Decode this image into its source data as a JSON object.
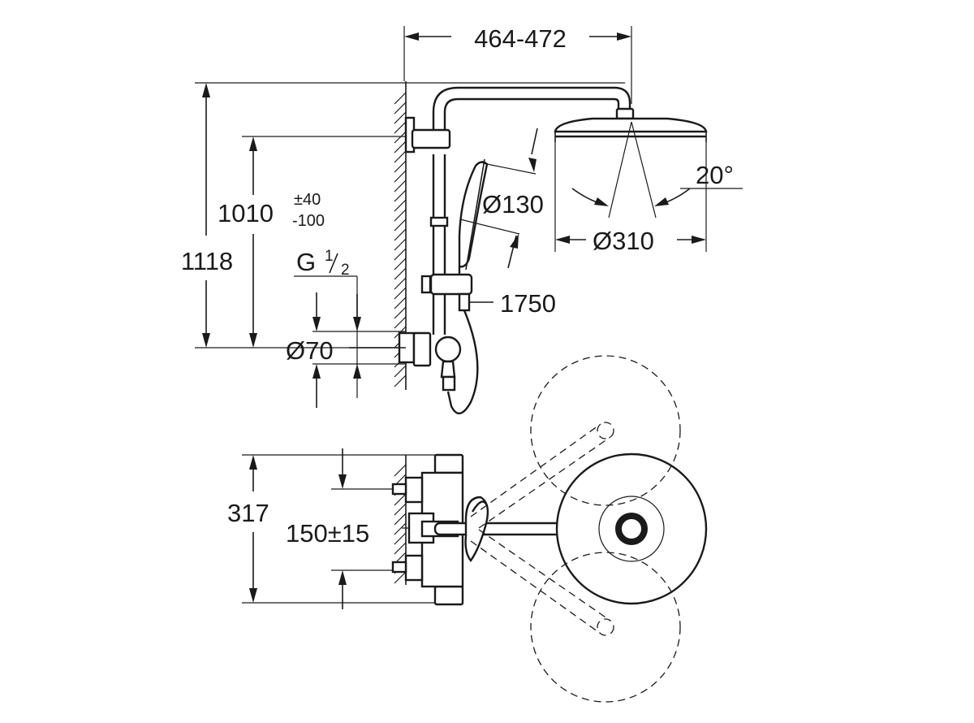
{
  "dimensions": {
    "width_range": "464-472",
    "height_total": "1118",
    "height_outlet_main": "1010",
    "height_outlet_tol_plus": "±40",
    "height_outlet_tol_minus": "-100",
    "thread_g": "G",
    "thread_num": "1",
    "thread_den": "2",
    "flange_diameter": "Ø70",
    "handshower_diameter": "Ø130",
    "headshower_diameter": "Ø310",
    "spray_angle": "20°",
    "hose_length": "1750",
    "projection": "317",
    "center_distance": "150±15"
  }
}
